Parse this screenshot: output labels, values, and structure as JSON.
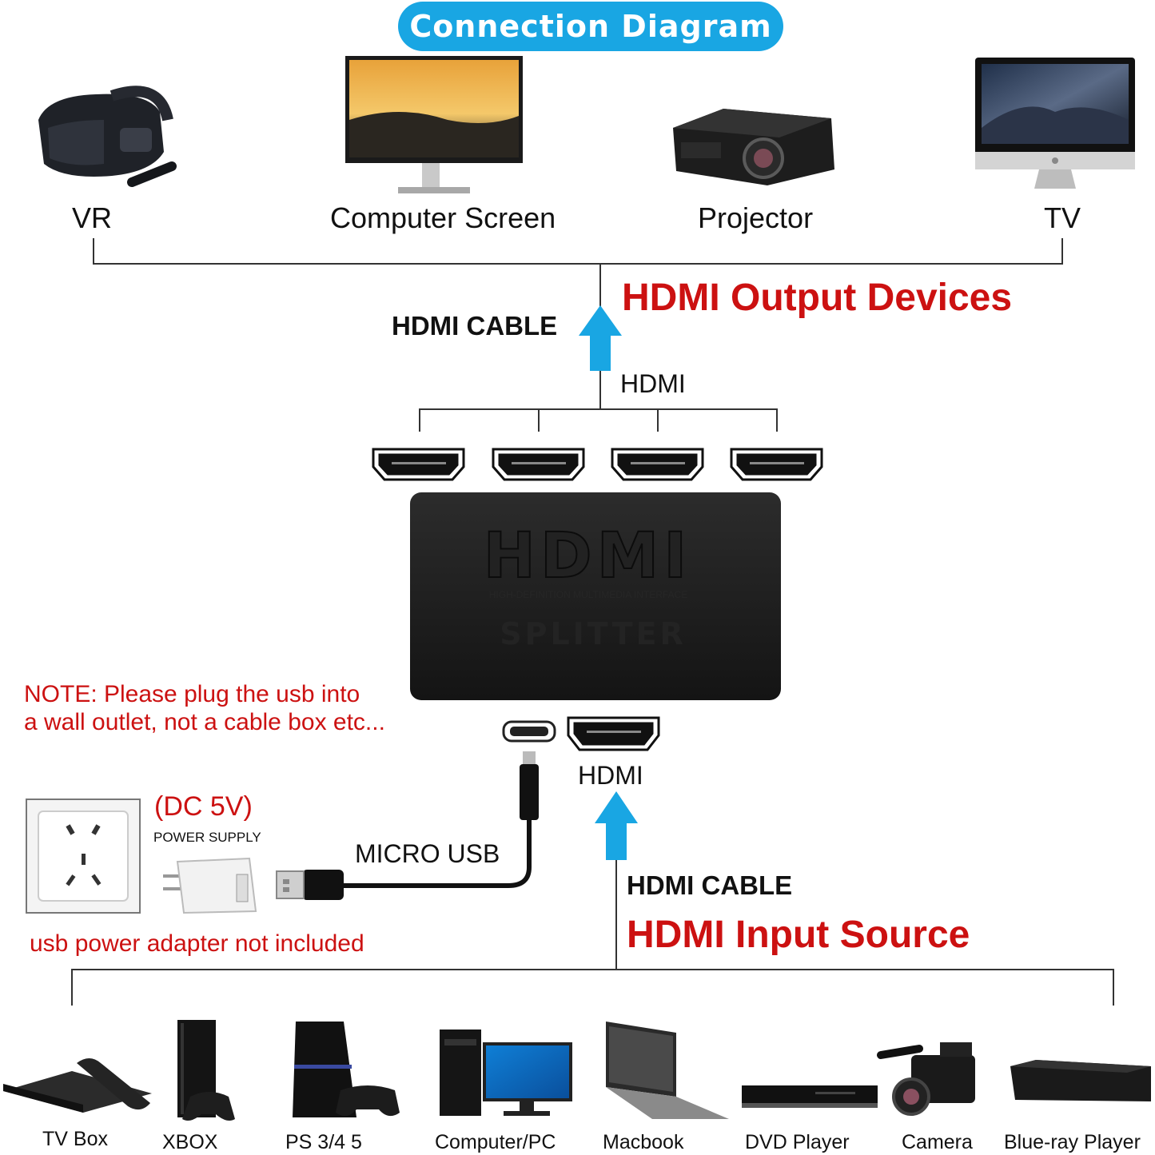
{
  "title": "Connection Diagram",
  "output_devices": [
    {
      "label": "VR",
      "icon": "vr-headset-icon"
    },
    {
      "label": "Computer Screen",
      "icon": "monitor-icon"
    },
    {
      "label": "Projector",
      "icon": "projector-icon"
    },
    {
      "label": "TV",
      "icon": "imac-tv-icon"
    }
  ],
  "output_heading": "HDMI Output Devices",
  "output_cable_label": "HDMI CABLE",
  "output_hdmi_label": "HDMI",
  "splitter": {
    "logo_text": "HDMI",
    "subtitle": "HIGH-DEFINITION MULTIMEDIA INTERFACE",
    "name": "SPLITTER"
  },
  "note": {
    "line1": "NOTE: Please plug the usb into",
    "line2": "a wall outlet, not a cable box etc..."
  },
  "input_hdmi_label": "HDMI",
  "power": {
    "voltage": "(DC 5V)",
    "supply_label": "POWER SUPPLY",
    "cable_label": "MICRO USB",
    "adapter_note": "usb power adapter not included"
  },
  "input_cable_label": "HDMI CABLE",
  "input_heading": "HDMI Input Source",
  "input_sources": [
    {
      "label": "TV Box",
      "icon": "tv-box-icon"
    },
    {
      "label": "XBOX",
      "icon": "xbox-icon"
    },
    {
      "label": "PS 3/4 5",
      "icon": "playstation-icon"
    },
    {
      "label": "Computer/PC",
      "icon": "desktop-pc-icon"
    },
    {
      "label": "Macbook",
      "icon": "laptop-icon"
    },
    {
      "label": "DVD Player",
      "icon": "dvd-player-icon"
    },
    {
      "label": "Camera",
      "icon": "camera-icon"
    },
    {
      "label": "Blue-ray Player",
      "icon": "bluray-player-icon"
    }
  ],
  "colors": {
    "accent_blue": "#19a6e3",
    "heading_red": "#cc1111",
    "line": "#333333"
  }
}
